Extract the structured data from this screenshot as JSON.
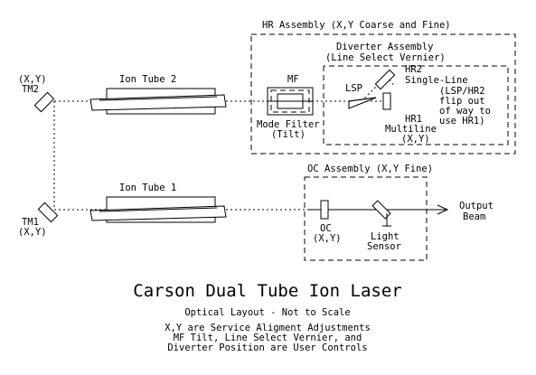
{
  "labels": {
    "hr_assembly": "HR Assembly (X,Y Coarse and Fine)",
    "diverter_assembly": "Diverter Assembly",
    "line_select_vernier": "(Line Select Vernier)",
    "hr2": "HR2",
    "single_line": "Single-Line",
    "lsp_hr2_note_1": "(LSP/HR2",
    "lsp_hr2_note_2": "flip out",
    "lsp_hr2_note_3": "of way to",
    "lsp_hr2_note_4": "use HR1)",
    "lsp": "LSP",
    "mf": "MF",
    "mode_filter": "Mode Filter",
    "tilt": "(Tilt)",
    "hr1": "HR1",
    "multiline": "Multiline",
    "hr1_xy": "(X,Y)",
    "tm2_xy": "(X,Y)",
    "tm2": "TM2",
    "ion_tube_2": "Ion Tube 2",
    "ion_tube_1": "Ion Tube 1",
    "oc_assembly": "OC Assembly (X,Y Fine)",
    "output": "Output",
    "beam": "Beam",
    "oc": "OC",
    "oc_xy": "(X,Y)",
    "light": "Light",
    "sensor": "Sensor",
    "tm1": "TM1",
    "tm1_xy": "(X,Y)"
  },
  "title": {
    "main": "Carson Dual Tube Ion Laser",
    "subtitle": "Optical Layout - Not to Scale",
    "note_1": "X,Y are Service Aligment Adjustments",
    "note_2": "MF Tilt, Line Select Vernier, and",
    "note_3": "Diverter Position are User Controls"
  }
}
